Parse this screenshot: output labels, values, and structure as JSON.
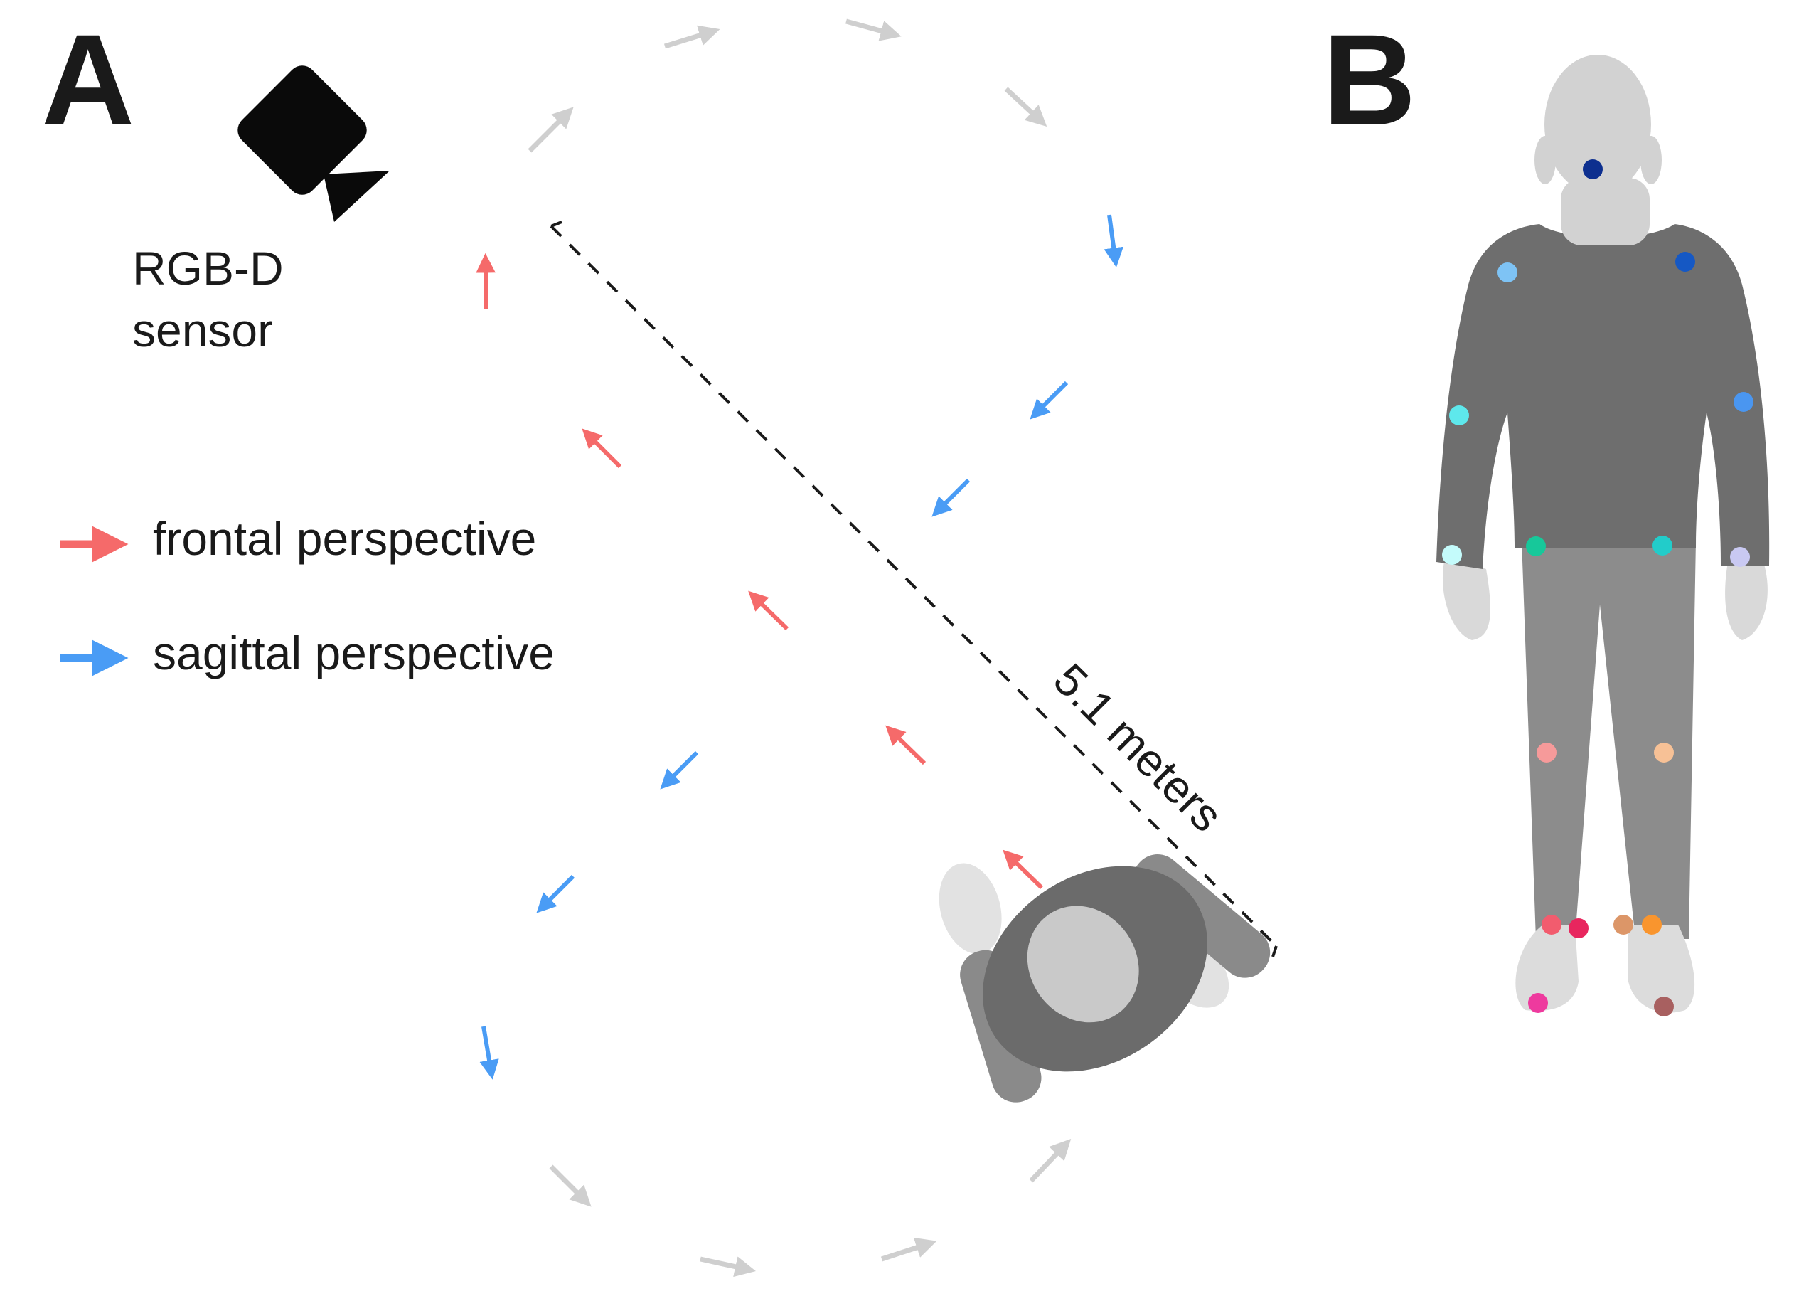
{
  "panel_a": {
    "letter": "A",
    "sensor_label_line1": "RGB-D",
    "sensor_label_line2": "sensor",
    "legend": [
      {
        "label": "frontal perspective",
        "color": "#f56a6a"
      },
      {
        "label": "sagittal perspective",
        "color": "#4a9cf5"
      }
    ],
    "distance_label": "5.1 meters",
    "colors": {
      "inactive_arrow": "#cfcfcf",
      "frontal": "#f56a6a",
      "sagittal": "#4a9cf5"
    }
  },
  "panel_b": {
    "letter": "B",
    "joints": [
      {
        "name": "head",
        "color": "#0d2f8f"
      },
      {
        "name": "shoulder-right",
        "color": "#7ec3f5"
      },
      {
        "name": "shoulder-left",
        "color": "#1558c4"
      },
      {
        "name": "elbow-right",
        "color": "#5ee8ec"
      },
      {
        "name": "elbow-left",
        "color": "#4a96f0"
      },
      {
        "name": "wrist-right",
        "color": "#c4fbfb"
      },
      {
        "name": "wrist-left",
        "color": "#c9c9f2"
      },
      {
        "name": "hip-right",
        "color": "#17c89a"
      },
      {
        "name": "hip-left",
        "color": "#22ccca"
      },
      {
        "name": "knee-right",
        "color": "#f69a9a"
      },
      {
        "name": "knee-left",
        "color": "#f7c196"
      },
      {
        "name": "ankle-right-a",
        "color": "#f25c6e"
      },
      {
        "name": "ankle-right-b",
        "color": "#e8265e"
      },
      {
        "name": "ankle-left-a",
        "color": "#dc9668"
      },
      {
        "name": "ankle-left-b",
        "color": "#f9952e"
      },
      {
        "name": "toe-right",
        "color": "#ee3a9e"
      },
      {
        "name": "toe-left",
        "color": "#a86060"
      }
    ]
  }
}
